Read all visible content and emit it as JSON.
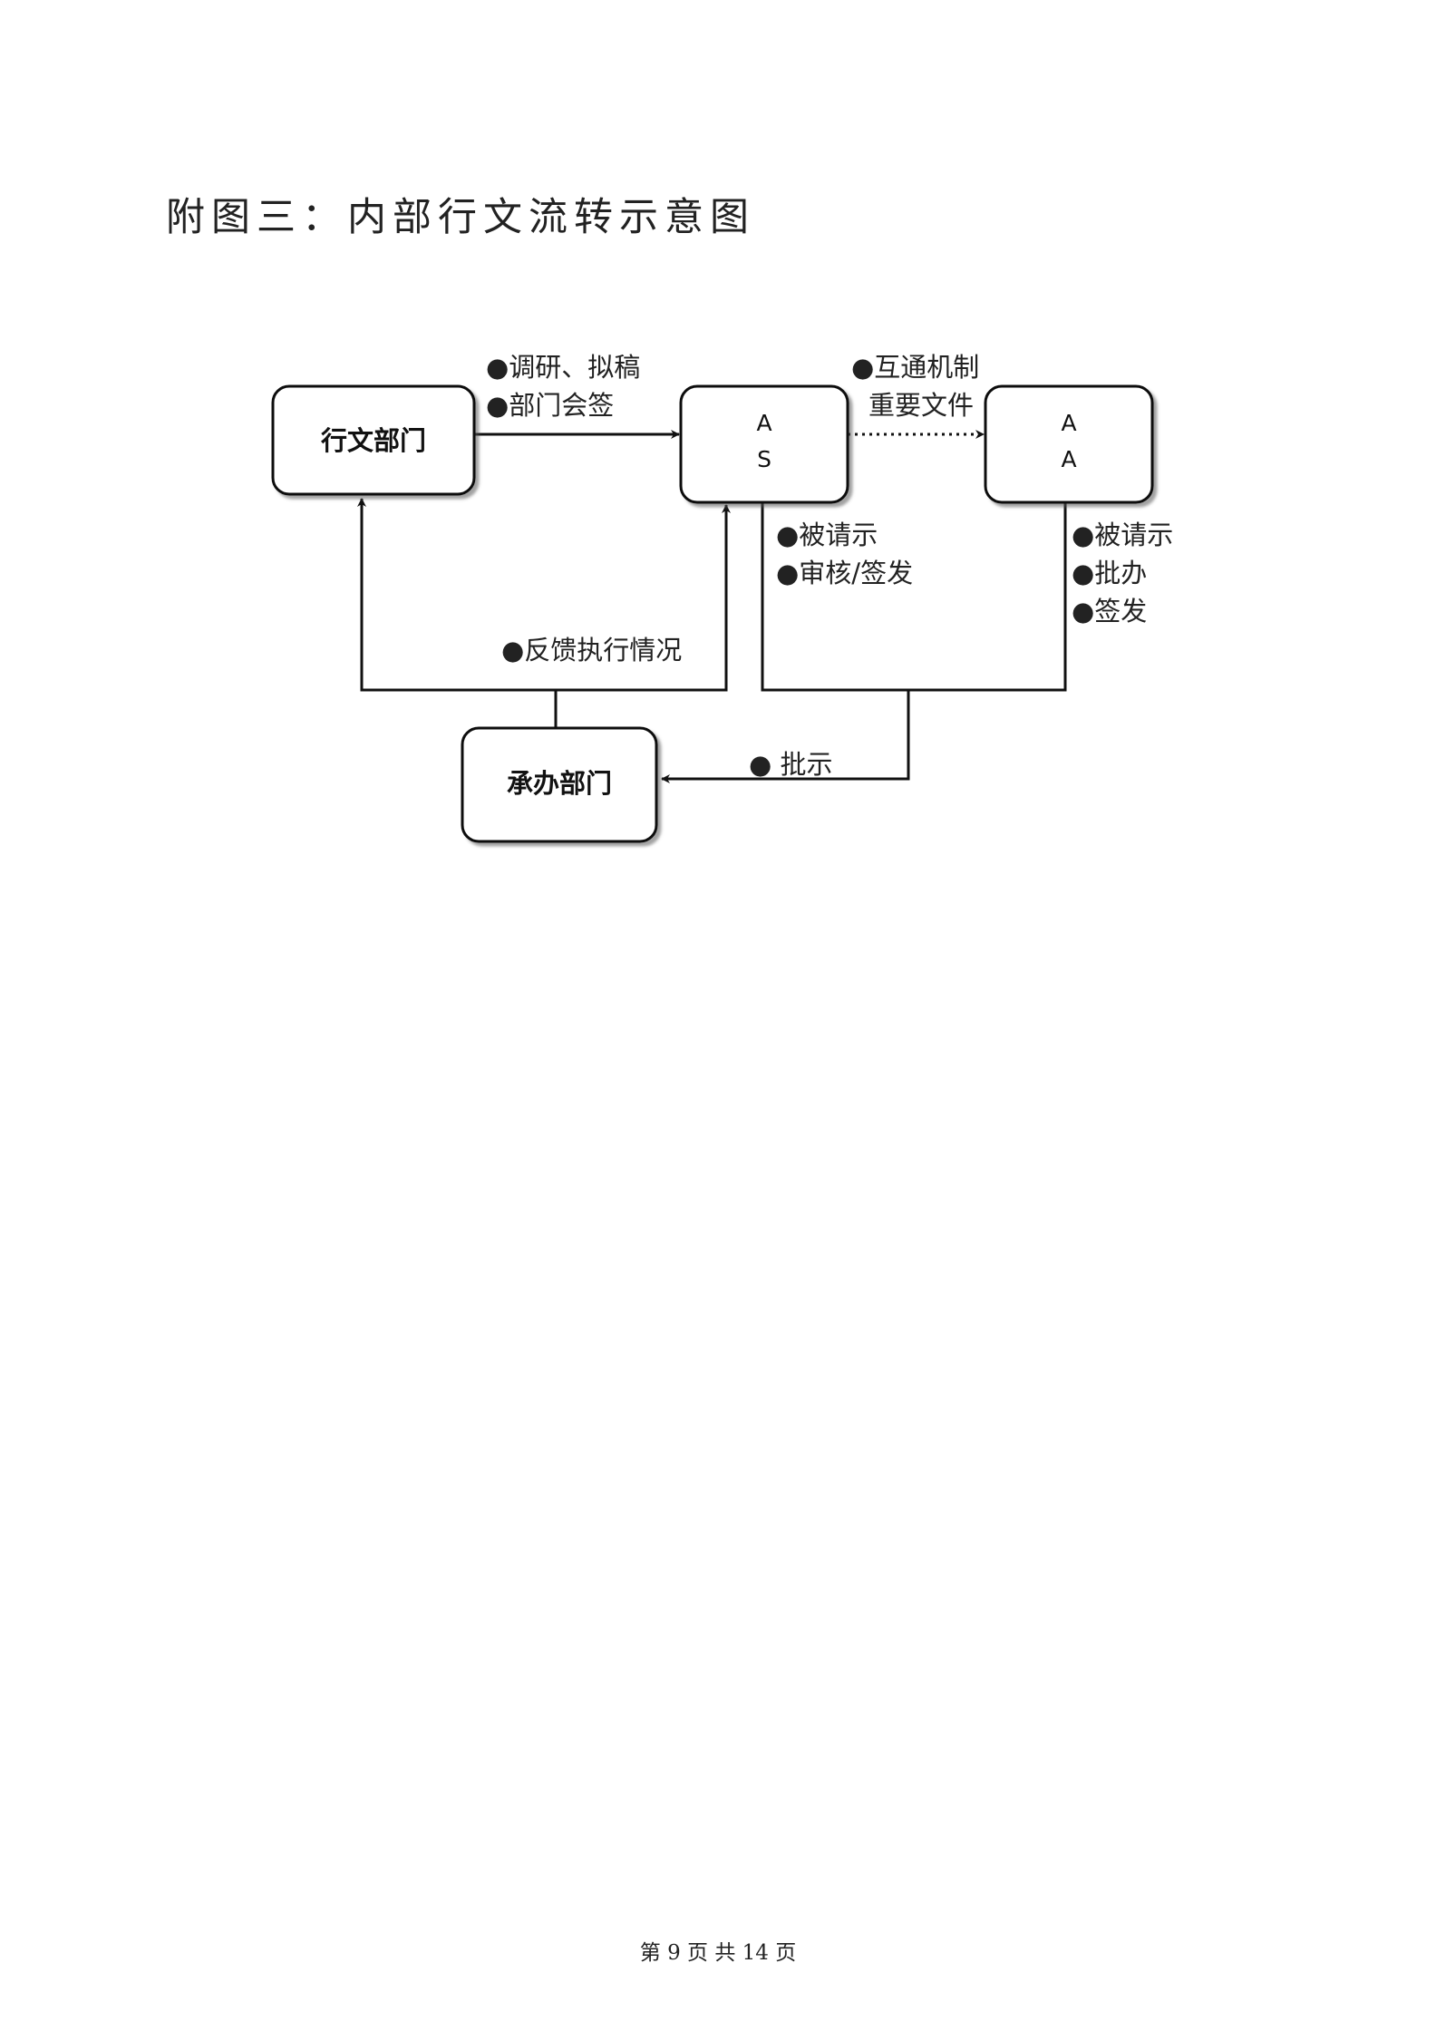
{
  "title": "附图三：内部行文流转示意图",
  "nodes": {
    "drafting_dept": "行文部门",
    "as_line1": "A",
    "as_line2": "S",
    "aa_line1": "A",
    "aa_line2": "A",
    "handling_dept": "承办部门"
  },
  "annotations": {
    "draft_1": "●调研、拟稿",
    "draft_2": "●部门会签",
    "mutual_1": "●互通机制",
    "mutual_2": "重要文件",
    "as_1": "●被请示",
    "as_2": "●审核/签发",
    "aa_1": "●被请示",
    "aa_2": "●批办",
    "aa_3": "●签发",
    "feedback": "●反馈执行情况",
    "instruction": "● 批示"
  },
  "footer": "第 9 页 共 14 页"
}
